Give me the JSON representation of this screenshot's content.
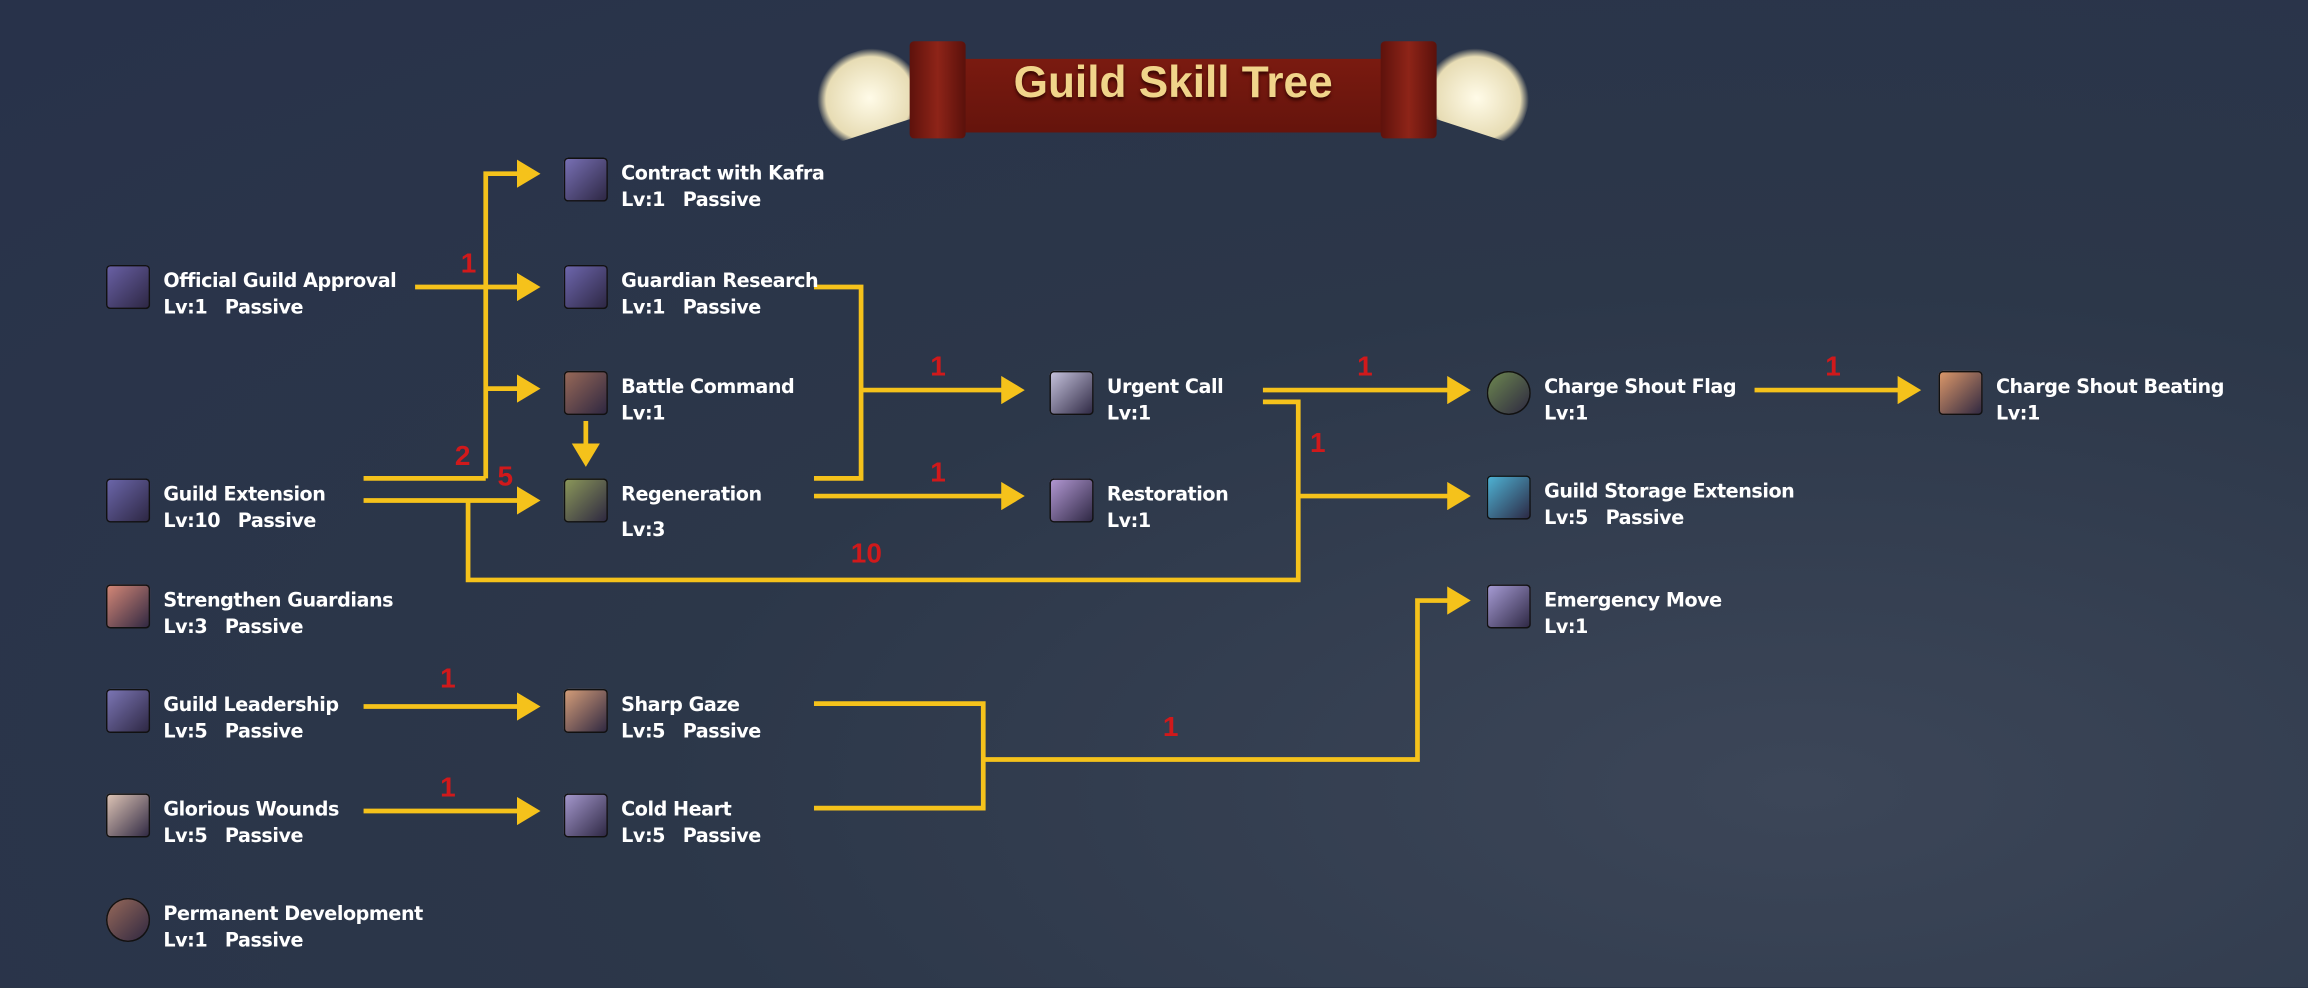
{
  "title": "Guild Skill Tree",
  "colors": {
    "line": "#f5c21b",
    "requirement": "#d0191b",
    "background": "#2a3548"
  },
  "skills": [
    {
      "id": "official-guild-approval",
      "name": "Official Guild Approval",
      "level": "Lv:1",
      "type": "Passive",
      "icon": "ribbon-badge-icon"
    },
    {
      "id": "guild-extension",
      "name": "Guild Extension",
      "level": "Lv:10",
      "type": "Passive",
      "icon": "guild-members-icon"
    },
    {
      "id": "strengthen-guardians",
      "name": "Strengthen Guardians",
      "level": "Lv:3",
      "type": "Passive",
      "icon": "guardian-flower-icon"
    },
    {
      "id": "guild-leadership",
      "name": "Guild Leadership",
      "level": "Lv:5",
      "type": "Passive",
      "icon": "crown-leader-icon"
    },
    {
      "id": "glorious-wounds",
      "name": "Glorious Wounds",
      "level": "Lv:5",
      "type": "Passive",
      "icon": "wounded-face-icon"
    },
    {
      "id": "permanent-development",
      "name": "Permanent Development",
      "level": "Lv:1",
      "type": "Passive",
      "icon": "development-orb-icon"
    },
    {
      "id": "contract-with-kafra",
      "name": "Contract with Kafra",
      "level": "Lv:1",
      "type": "Passive",
      "icon": "kafra-icon"
    },
    {
      "id": "guardian-research",
      "name": "Guardian Research",
      "level": "Lv:1",
      "type": "Passive",
      "icon": "research-emblem-icon"
    },
    {
      "id": "battle-command",
      "name": "Battle Command",
      "level": "Lv:1",
      "type": "",
      "icon": "battle-fist-icon"
    },
    {
      "id": "regeneration",
      "name": "Regeneration",
      "level": "Lv:3",
      "type": "",
      "icon": "regeneration-shield-icon"
    },
    {
      "id": "sharp-gaze",
      "name": "Sharp Gaze",
      "level": "Lv:5",
      "type": "Passive",
      "icon": "sharp-gaze-icon"
    },
    {
      "id": "cold-heart",
      "name": "Cold Heart",
      "level": "Lv:5",
      "type": "Passive",
      "icon": "cold-heart-icon"
    },
    {
      "id": "urgent-call",
      "name": "Urgent Call",
      "level": "Lv:1",
      "type": "",
      "icon": "urgent-call-icon"
    },
    {
      "id": "restoration",
      "name": "Restoration",
      "level": "Lv:1",
      "type": "",
      "icon": "restoration-icon"
    },
    {
      "id": "charge-shout-flag",
      "name": "Charge Shout Flag",
      "level": "Lv:1",
      "type": "",
      "icon": "flag-icon"
    },
    {
      "id": "guild-storage-extension",
      "name": "Guild Storage Extension",
      "level": "Lv:5",
      "type": "Passive",
      "icon": "treasure-chest-icon"
    },
    {
      "id": "emergency-move",
      "name": "Emergency Move",
      "level": "Lv:1",
      "type": "",
      "icon": "emergency-move-icon"
    },
    {
      "id": "charge-shout-beating",
      "name": "Charge Shout Beating",
      "level": "Lv:1",
      "type": "",
      "icon": "beating-fist-icon"
    }
  ],
  "requirements": [
    "1",
    "2",
    "5",
    "1",
    "1",
    "1",
    "1",
    "1",
    "10",
    "1",
    "1",
    "1"
  ]
}
